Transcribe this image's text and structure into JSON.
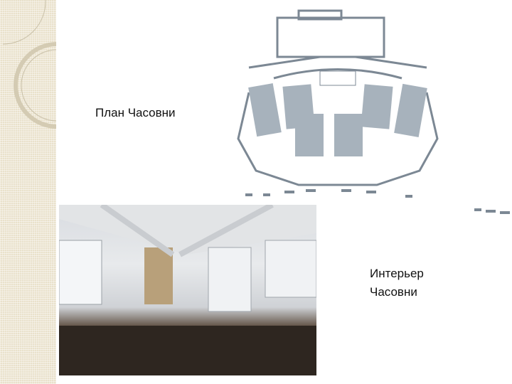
{
  "slide": {
    "plan_caption": "План Часовни",
    "interior_caption_line1": "Интерьер",
    "interior_caption_line2": "Часовни"
  },
  "colors": {
    "strip": "#e9e1cb",
    "plan_walls": "#7c8894"
  }
}
